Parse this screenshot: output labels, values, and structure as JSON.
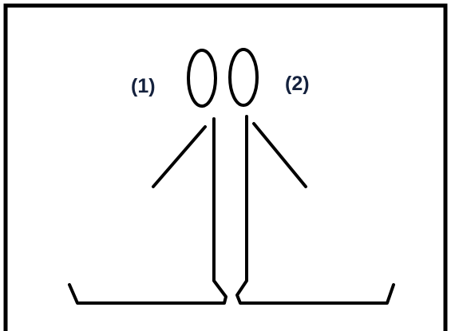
{
  "figures": [
    {
      "id": "1",
      "label": "(1)"
    },
    {
      "id": "2",
      "label": "(2)"
    }
  ],
  "colors": {
    "frame": "#000000",
    "stroke": "#000000",
    "label": "#14213d",
    "background": "#ffffff"
  }
}
